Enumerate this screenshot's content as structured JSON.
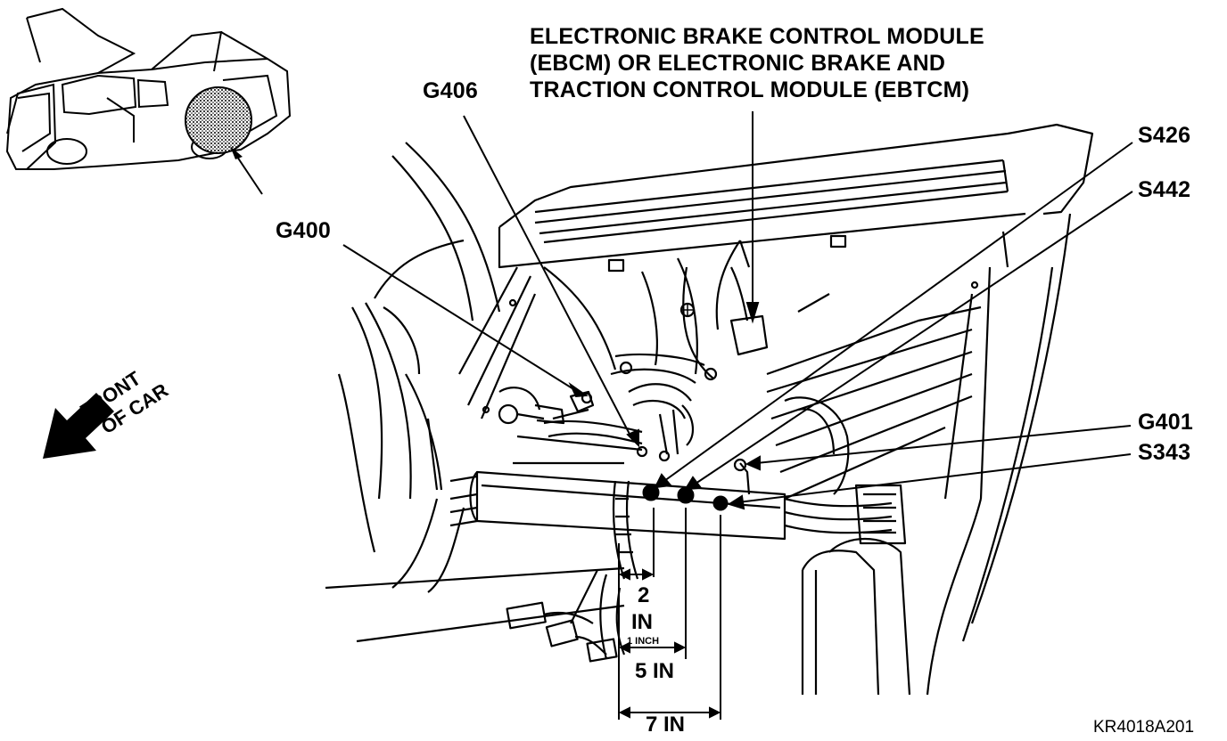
{
  "labels": {
    "module_line1": "ELECTRONIC BRAKE CONTROL MODULE",
    "module_line2": "(EBCM) OR ELECTRONIC BRAKE AND",
    "module_line3": "TRACTION CONTROL MODULE (EBTCM)",
    "g406": "G406",
    "g400": "G400",
    "s426": "S426",
    "s442": "S442",
    "g401": "G401",
    "s343": "S343",
    "front_line1": "FRONT",
    "front_line2": "OF CAR"
  },
  "dimensions": {
    "d2_value": "2",
    "d2_unit": "IN",
    "d5": "5 IN",
    "d7": "7 IN",
    "small_note": "1 INCH"
  },
  "figure_code": "KR4018A201"
}
